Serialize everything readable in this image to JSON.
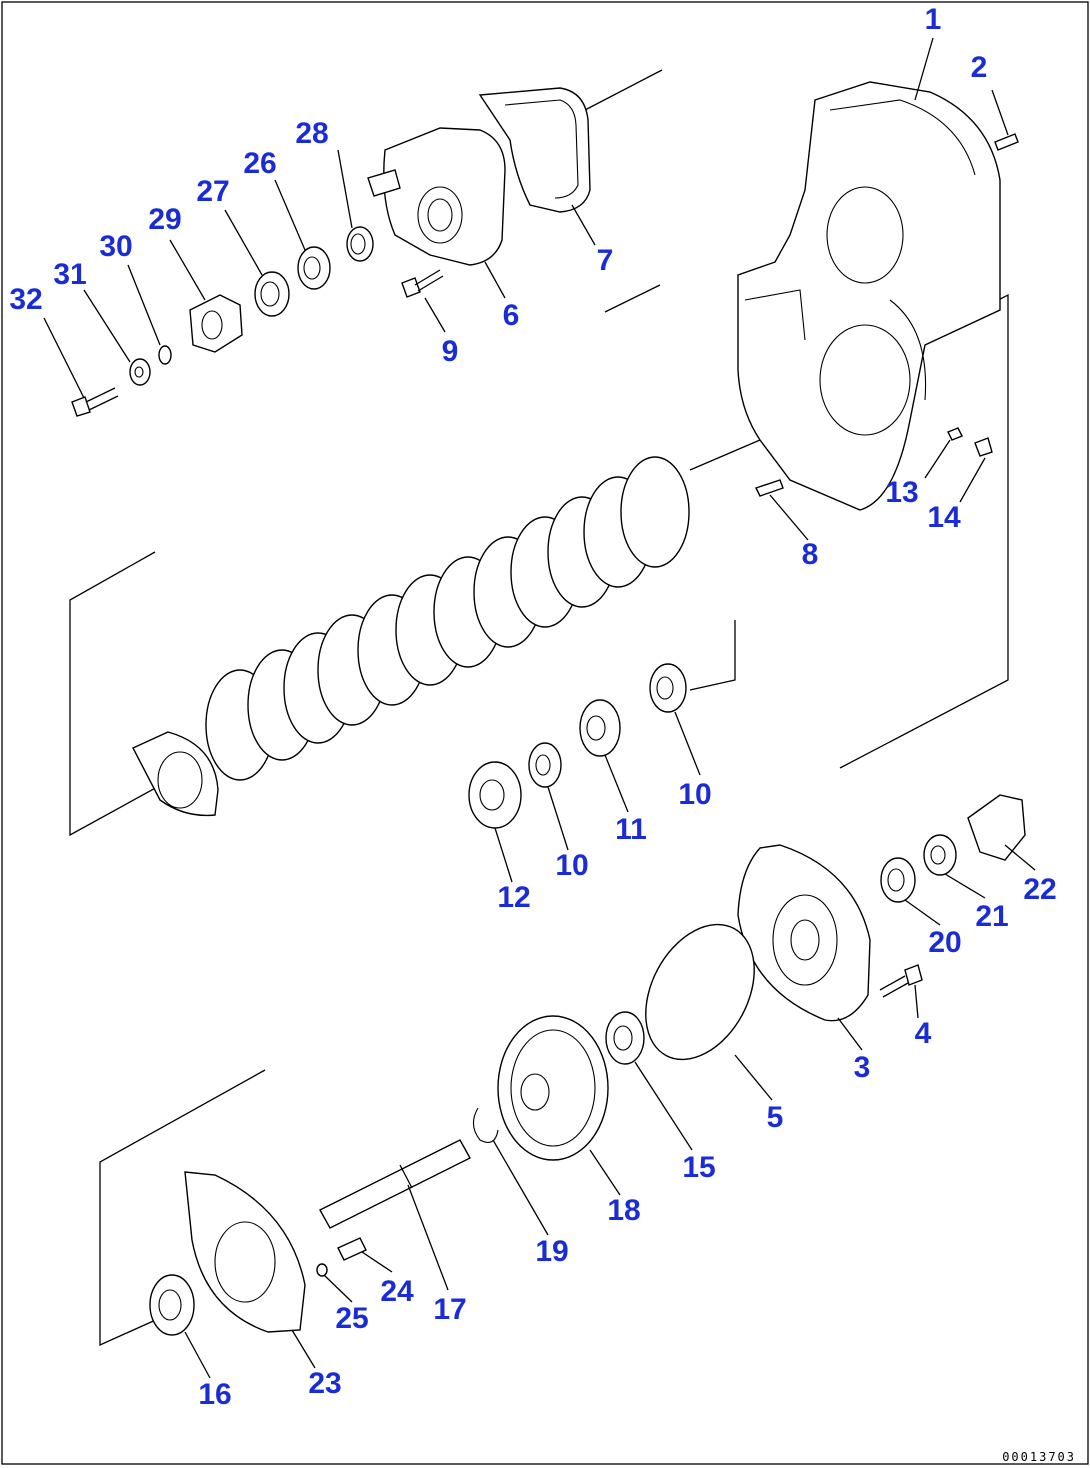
{
  "callouts": [
    {
      "id": "c1",
      "text": "1"
    },
    {
      "id": "c2",
      "text": "2"
    },
    {
      "id": "c3",
      "text": "3"
    },
    {
      "id": "c4",
      "text": "4"
    },
    {
      "id": "c5",
      "text": "5"
    },
    {
      "id": "c6",
      "text": "6"
    },
    {
      "id": "c7",
      "text": "7"
    },
    {
      "id": "c8",
      "text": "8"
    },
    {
      "id": "c9",
      "text": "9"
    },
    {
      "id": "c10a",
      "text": "10"
    },
    {
      "id": "c10b",
      "text": "10"
    },
    {
      "id": "c11",
      "text": "11"
    },
    {
      "id": "c12",
      "text": "12"
    },
    {
      "id": "c13",
      "text": "13"
    },
    {
      "id": "c14",
      "text": "14"
    },
    {
      "id": "c15",
      "text": "15"
    },
    {
      "id": "c16",
      "text": "16"
    },
    {
      "id": "c17",
      "text": "17"
    },
    {
      "id": "c18",
      "text": "18"
    },
    {
      "id": "c19",
      "text": "19"
    },
    {
      "id": "c20",
      "text": "20"
    },
    {
      "id": "c21",
      "text": "21"
    },
    {
      "id": "c22",
      "text": "22"
    },
    {
      "id": "c23",
      "text": "23"
    },
    {
      "id": "c24",
      "text": "24"
    },
    {
      "id": "c25",
      "text": "25"
    },
    {
      "id": "c26",
      "text": "26"
    },
    {
      "id": "c27",
      "text": "27"
    },
    {
      "id": "c28",
      "text": "28"
    },
    {
      "id": "c29",
      "text": "29"
    },
    {
      "id": "c30",
      "text": "30"
    },
    {
      "id": "c31",
      "text": "31"
    },
    {
      "id": "c32",
      "text": "32"
    }
  ],
  "figure_number": "00013703",
  "colors": {
    "callout": "#1a2cd6",
    "line": "#000000",
    "background": "#ffffff"
  }
}
